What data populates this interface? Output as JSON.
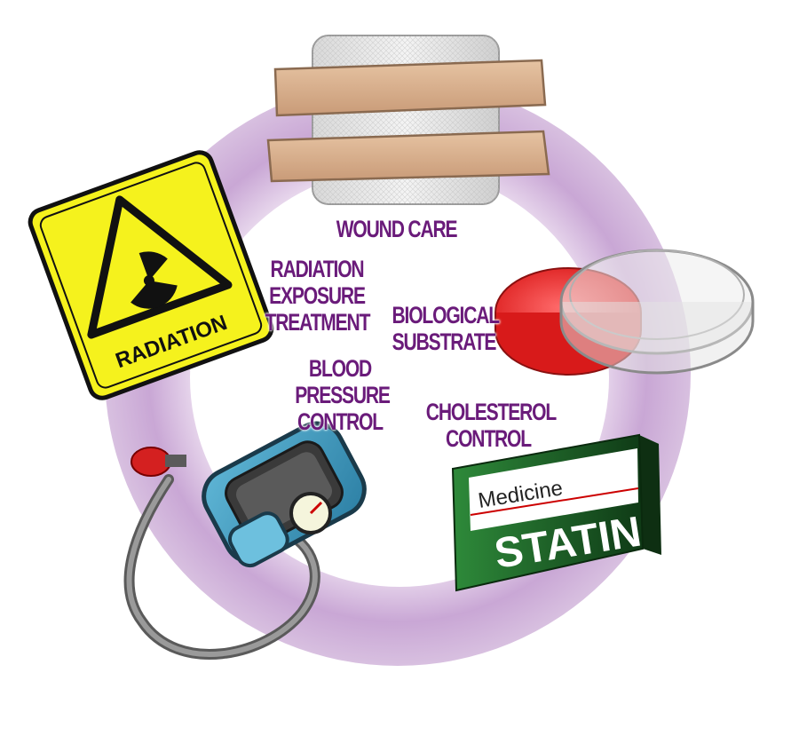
{
  "labels": {
    "wound_care": "WOUND CARE",
    "radiation": [
      "RADIATION",
      "EXPOSURE",
      "TREATMENT"
    ],
    "biological": [
      "BIOLOGICAL",
      "SUBSTRATE"
    ],
    "blood": [
      "BLOOD",
      "PRESSURE",
      "CONTROL"
    ],
    "cholesterol": [
      "CHOLESTEROL",
      "CONTROL"
    ]
  },
  "radiation_sign": {
    "text": "RADIATION"
  },
  "statin_box": {
    "top_text": "Medicine",
    "main_text": "STATIN"
  },
  "colors": {
    "label_purple": "#6a1b7a",
    "ring_lavender": "#cdb0d8",
    "sign_yellow": "#f5f21d",
    "petri_red": "#ee2a2a",
    "box_green": "#1e6a2a"
  },
  "icons": [
    "bandage-icon",
    "radiation-sign-icon",
    "petri-dish-icon",
    "blood-pressure-cuff-icon",
    "statin-box-icon"
  ]
}
